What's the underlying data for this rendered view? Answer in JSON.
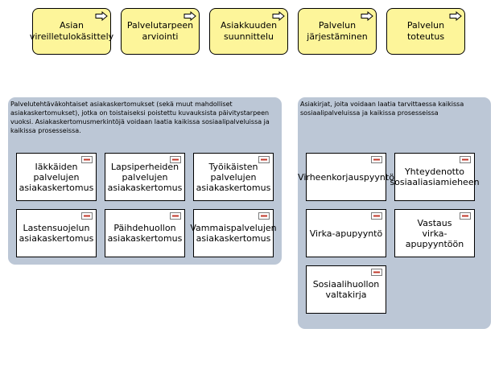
{
  "processes": [
    {
      "label": "Asian\nvireilletulokäsittely"
    },
    {
      "label": "Palvelutarpeen\narviointi"
    },
    {
      "label": "Asiakkuuden\nsuunnittelu"
    },
    {
      "label": "Palvelun\njärjestäminen"
    },
    {
      "label": "Palvelun toteutus"
    }
  ],
  "group_left": {
    "description": "Palvelutehtäväkohtaiset asiakaskertomukset (sekä muut mahdolliset asiakaskertomukset), jotka on toistaiseksi poistettu kuvauksista päivitystarpeen vuoksi. Asiakaskertomusmerkintöjä voidaan laatia kaikissa sosiaalipalveluissa ja kaikissa prosesseissa.",
    "items": [
      {
        "label": "Iäkkäiden\npalvelujen\nasiakaskertomus"
      },
      {
        "label": "Lapsiperheiden\npalvelujen\nasiakaskertomus"
      },
      {
        "label": "Työikäisten\npalvelujen\nasiakaskertomus"
      },
      {
        "label": "Lastensuojelun\nasiakaskertomus"
      },
      {
        "label": "Päihdehuollon\nasiakaskertomus"
      },
      {
        "label": "Vammaispalvelujen\nasiakaskertomus"
      }
    ]
  },
  "group_right": {
    "description": "Asiakirjat, joita voidaan laatia tarvittaessa kaikissa sosiaalipalveluissa ja kaikissa prosesseissa",
    "items": [
      {
        "label": "Virheenkorjauspyyntö"
      },
      {
        "label": "Yhteydenotto\nsosiaaliasiamieheen"
      },
      {
        "label": "Virka-apupyyntö"
      },
      {
        "label": "Vastaus\nvirka-apupyyntöön"
      },
      {
        "label": "Sosiaalihuollon\nvaltakirja"
      }
    ]
  }
}
